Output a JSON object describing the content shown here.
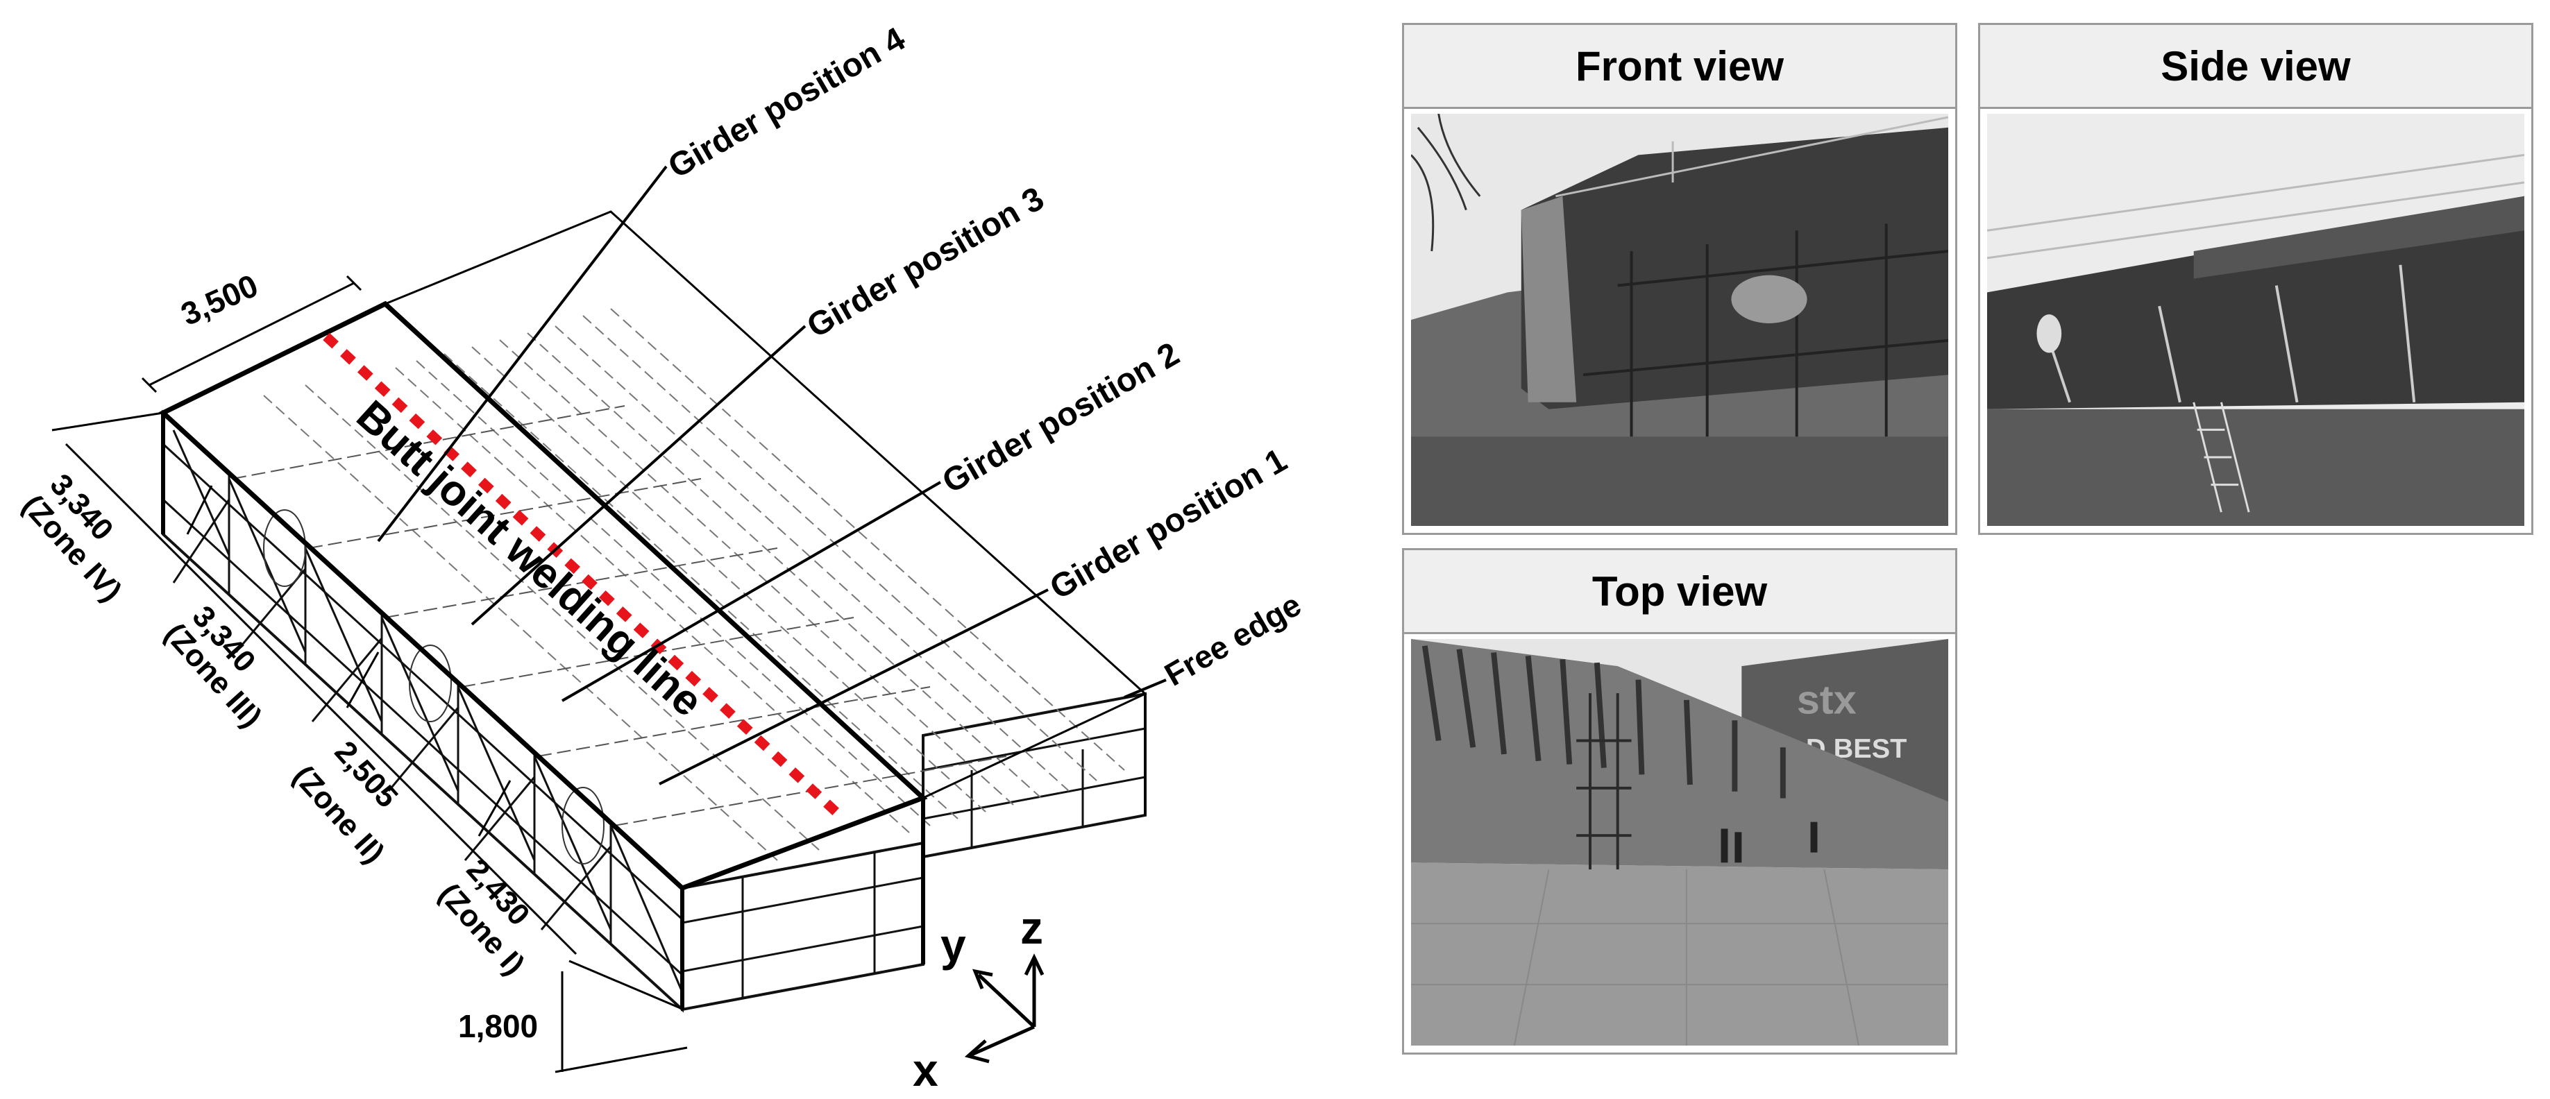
{
  "diagram": {
    "girder_labels": [
      "Girder position 4",
      "Girder position 3",
      "Girder position 2",
      "Girder position 1"
    ],
    "free_edge_label": "Free edge",
    "weld_line_label": "Butt joint welding line",
    "width_dimension": "3,500",
    "height_dimension": "1,800",
    "zones": [
      {
        "length": "3,340",
        "zone": "(Zone IV)"
      },
      {
        "length": "3,340",
        "zone": "(Zone III)"
      },
      {
        "length": "2,505",
        "zone": "(Zone II)"
      },
      {
        "length": "2,430",
        "zone": "(Zone I)"
      }
    ],
    "axes": {
      "x": "x",
      "y": "y",
      "z": "z"
    },
    "weld_line_color": "#e8141c"
  },
  "views": {
    "front": {
      "title": "Front view"
    },
    "side": {
      "title": "Side view"
    },
    "top": {
      "title": "Top view",
      "sign_text_1": "stx",
      "sign_text_2": "RLD BEST"
    }
  }
}
